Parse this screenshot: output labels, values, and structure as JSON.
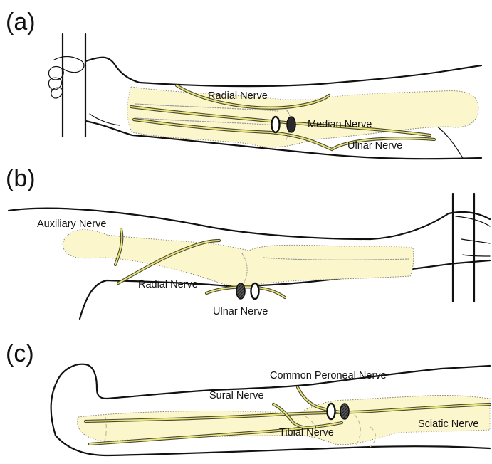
{
  "panels": {
    "a": {
      "label": "(a)",
      "nerves": {
        "radial": "Radial Nerve",
        "median": "Median Nerve",
        "ulnar": "Ulnar Nerve"
      }
    },
    "b": {
      "label": "(b)",
      "nerves": {
        "auxiliary": "Auxiliary Nerve",
        "radial": "Radial Nerve",
        "ulnar": "Ulnar Nerve"
      }
    },
    "c": {
      "label": "(c)",
      "nerves": {
        "common_peroneal": "Common Peroneal Nerve",
        "sural": "Sural Nerve",
        "tibial": "Tibial Nerve",
        "sciatic": "Sciatic Nerve"
      }
    }
  },
  "colors": {
    "bone_fill": "#fbf6cc",
    "nerve_yellow": "#e8e27a",
    "outline": "#111111"
  }
}
